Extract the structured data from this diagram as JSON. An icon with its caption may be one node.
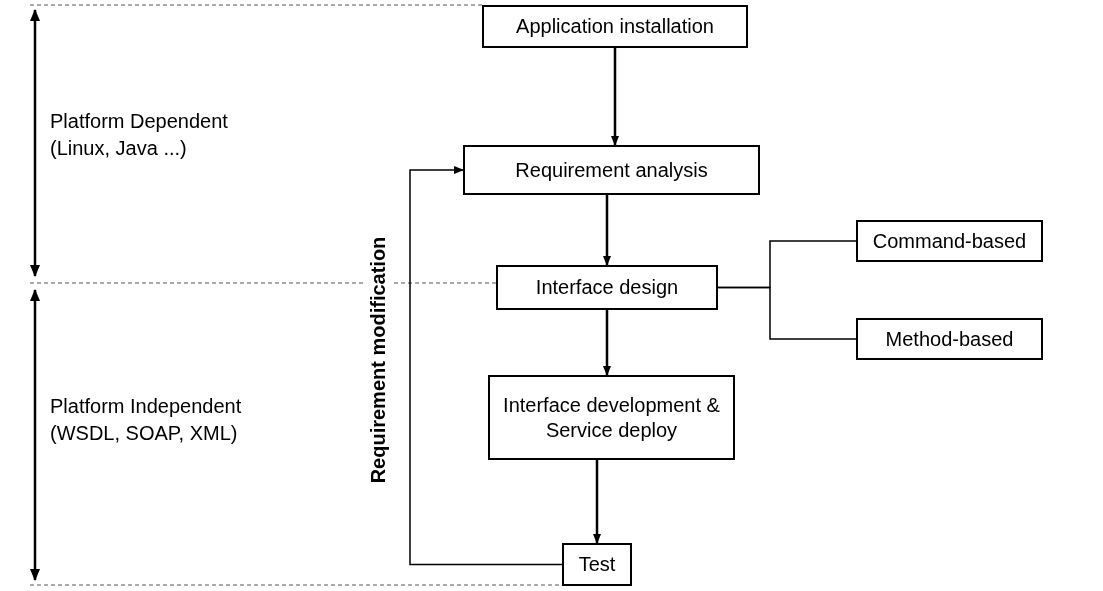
{
  "diagram": {
    "nodes": [
      {
        "text": [
          "Application installation"
        ]
      },
      {
        "text": [
          "Requirement analysis"
        ]
      },
      {
        "text": [
          "Interface design"
        ]
      },
      {
        "text": [
          "Command-based"
        ]
      },
      {
        "text": [
          "Method-based"
        ]
      },
      {
        "text": [
          "Interface development & Service deploy"
        ]
      },
      {
        "text": [
          "Test"
        ]
      }
    ],
    "edges": [
      {
        "from": 0,
        "to": 1,
        "arrow": "to"
      },
      {
        "from": 1,
        "to": 2,
        "arrow": "to"
      },
      {
        "from": 2,
        "to": 3,
        "arrow": "none"
      },
      {
        "from": 2,
        "to": 4,
        "arrow": "none"
      },
      {
        "from": 2,
        "to": 5,
        "arrow": "to"
      },
      {
        "from": 5,
        "to": 6,
        "arrow": "to"
      },
      {
        "from": 6,
        "to": 1,
        "arrow": "to",
        "label": "Requirement modification"
      }
    ],
    "labels": [
      "Platform Dependent (Linux, Java ...)",
      "Platform Independent (WSDL, SOAP, XML)"
    ]
  }
}
